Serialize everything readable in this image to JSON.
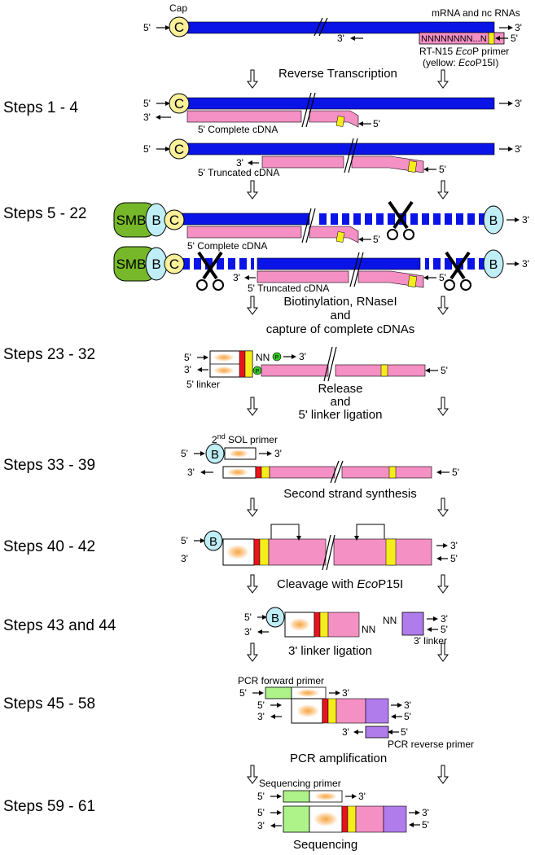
{
  "steps": {
    "s1": "Steps 1 - 4",
    "s2": "Steps 5 - 22",
    "s3": "Steps 23 - 32",
    "s4": "Steps 33 - 39",
    "s5": "Steps 40 - 42",
    "s6": "Steps 43 and 44",
    "s7": "Steps 45 - 58",
    "s8": "Steps 59 - 61"
  },
  "labels": {
    "cap": "Cap",
    "mrna": "mRNA and nc RNAs",
    "primer_seq": "NNNNNNNN...N",
    "rt_primer_a": "RT-N15 ",
    "rt_primer_b": "Eco",
    "rt_primer_c": "P primer",
    "yellow_note_a": "(yellow: ",
    "yellow_note_b": "Eco",
    "yellow_note_c": "P15I)",
    "reverse_transcription": "Reverse Transcription",
    "complete_cdna": "5' Complete cDNA",
    "truncated_cdna": "5' Truncated cDNA",
    "complete_cdna_2": "5' Complete cDNA",
    "truncated_cdna_2": "5' Truncated cDNA",
    "biotin_1": "Biotinylation, RNaseI",
    "biotin_2": "and",
    "biotin_3": "capture of complete cDNAs",
    "linker_5": "5' linker",
    "release_1": "Release",
    "release_2": "and",
    "release_3": "5' linker ligation",
    "sol_sup": "nd",
    "sol_pre": "2",
    "sol_post": " SOL primer",
    "second_strand": "Second strand synthesis",
    "cleavage_a": "Cleavage with ",
    "cleavage_b": "Eco",
    "cleavage_c": "P15I",
    "linker_3": "3' linker",
    "linker_3_lig": "3' linker ligation",
    "pcr_fwd": "PCR forward primer",
    "pcr_rev": "PCR reverse primer",
    "pcr_amp": "PCR amplification",
    "seq_primer": "Sequencing primer",
    "sequencing": "Sequencing",
    "nn": "NN",
    "five": "5'",
    "three": "3'",
    "cap_letter": "C",
    "biotin_letter": "B",
    "smb": "SMB",
    "phos": "P"
  },
  "colors": {
    "mrna": "#0a14e6",
    "cdna": "#f490c4",
    "cap": "#fbf09a",
    "biotin": "#bfeef6",
    "smb": "#76b82a",
    "ecop": "#f5ec1c",
    "red": "#e8141c",
    "linker3": "#b07cec",
    "primer_green": "#aef28a",
    "phos": "#34c924"
  }
}
